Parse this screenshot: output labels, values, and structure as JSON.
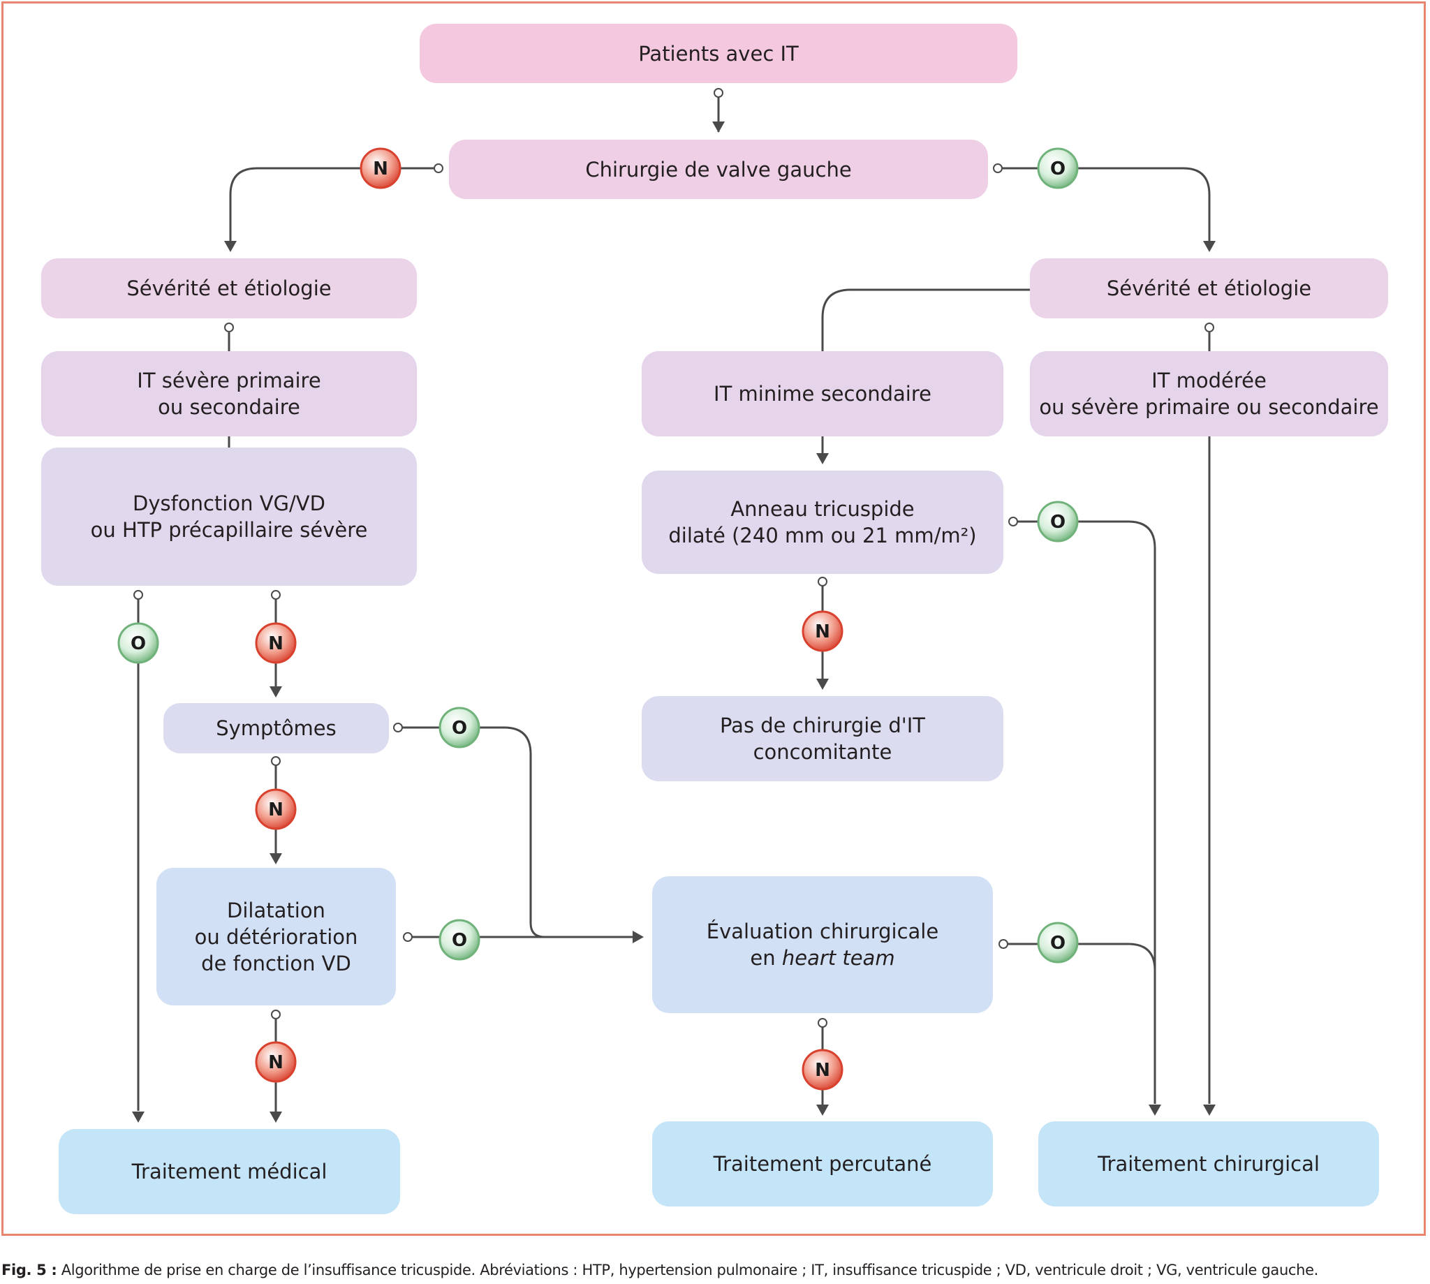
{
  "nodes": {
    "patients": {
      "lines": [
        "Patients avec IT"
      ]
    },
    "chirurgie_valve": {
      "lines": [
        "Chirurgie de valve gauche"
      ]
    },
    "severite_left": {
      "lines": [
        "Sévérité et étiologie"
      ]
    },
    "severite_right": {
      "lines": [
        "Sévérité et étiologie"
      ]
    },
    "it_severe": {
      "lines": [
        "IT sévère primaire",
        "ou secondaire"
      ]
    },
    "dysfonction": {
      "lines": [
        "Dysfonction VG/VD",
        "ou HTP précapillaire sévère"
      ]
    },
    "it_minime": {
      "lines": [
        "IT minime secondaire"
      ]
    },
    "it_moderee": {
      "lines": [
        "IT modérée",
        "ou sévère primaire ou secondaire"
      ]
    },
    "anneau": {
      "lines": [
        "Anneau tricuspide",
        "dilaté (240 mm ou 21 mm/m²)"
      ]
    },
    "pas_chirurgie": {
      "lines": [
        "Pas de chirurgie d'IT concomitante"
      ]
    },
    "symptomes": {
      "lines": [
        "Symptômes"
      ]
    },
    "dilatation": {
      "lines": [
        "Dilatation",
        "ou détérioration",
        "de fonction VD"
      ]
    },
    "evaluation": {
      "line1": "Évaluation chirurgicale",
      "line2_prefix": "en ",
      "line2_italic": "heart team"
    },
    "traitement_medical": {
      "lines": [
        "Traitement médical"
      ]
    },
    "traitement_percutane": {
      "lines": [
        "Traitement percutané"
      ]
    },
    "traitement_chirurgical": {
      "lines": [
        "Traitement chirurgical"
      ]
    }
  },
  "badges": {
    "yes_label": "O",
    "no_label": "N",
    "yes_color": "#6fb27a",
    "no_color": "#d9412f"
  },
  "colors": {
    "connector": "#4a4a4a",
    "frame": "#e8856f"
  },
  "caption": {
    "label": "Fig. 5 :",
    "text": " Algorithme de prise en charge de l’insuffisance tricuspide. Abréviations : HTP, hypertension pulmonaire ; IT, insuffisance tricuspide ; VD, ventricule droit ; VG, ventricule gauche."
  }
}
